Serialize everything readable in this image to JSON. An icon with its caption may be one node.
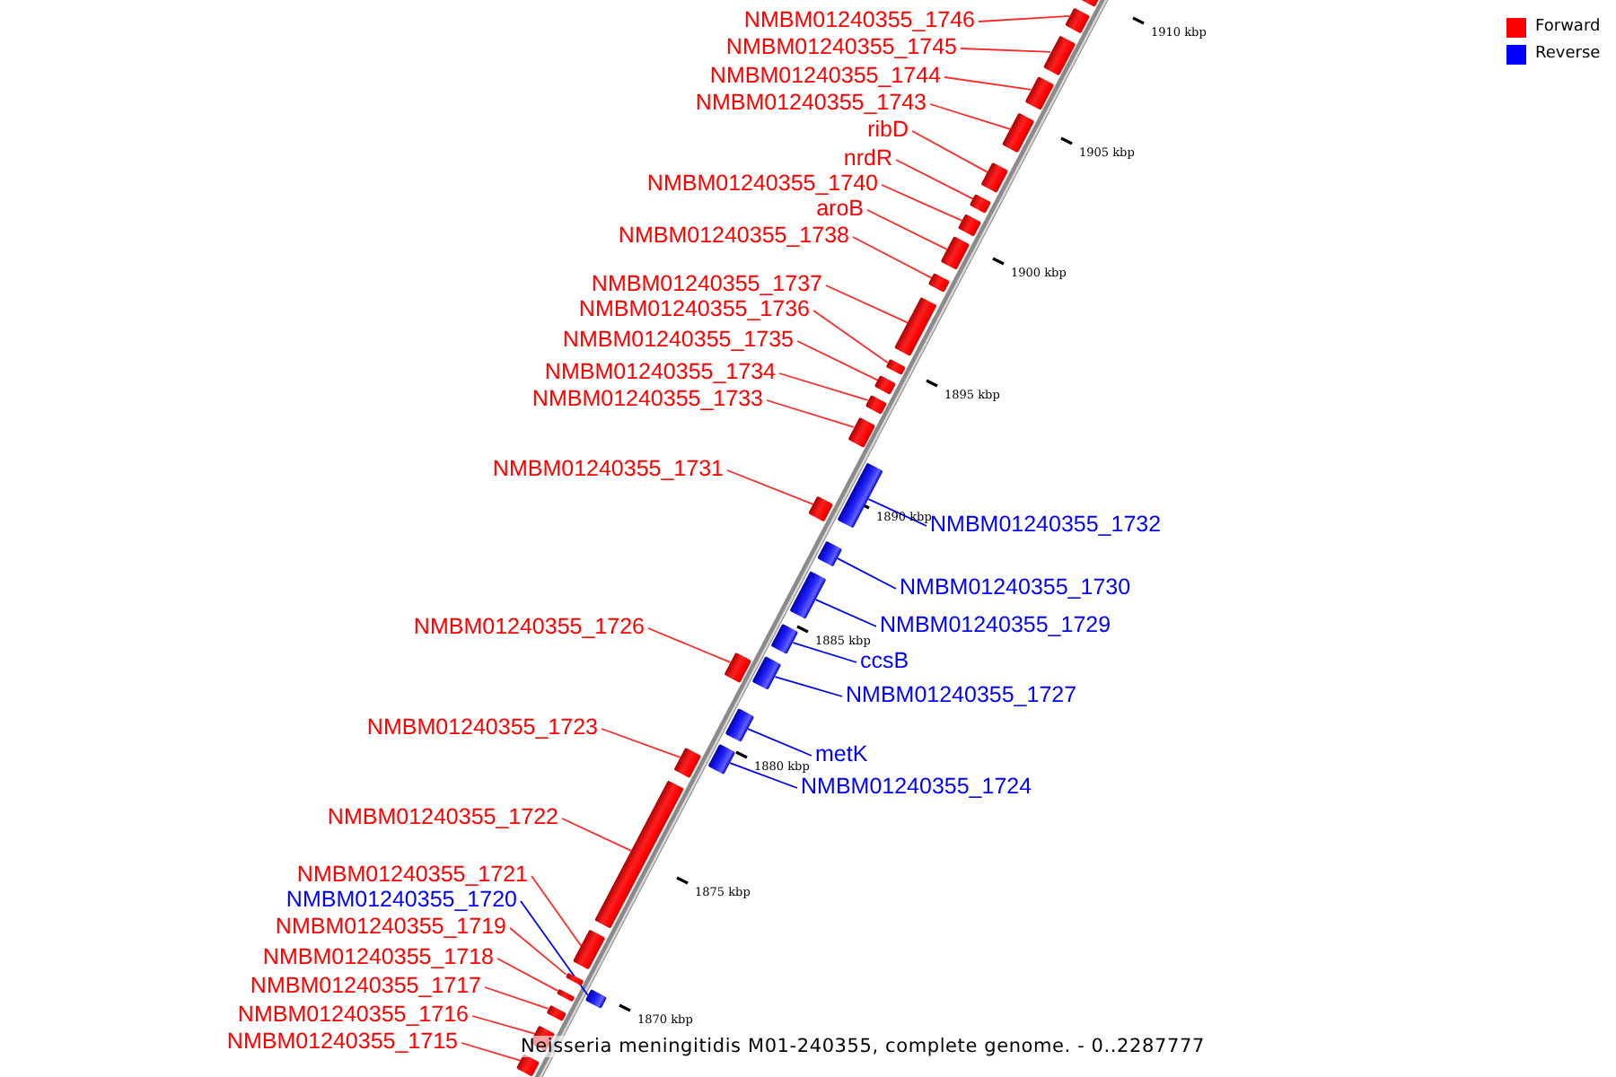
{
  "diagram": {
    "caption": "Neisseria meningitidis M01-240355, complete genome. - 0..2287777",
    "nodes": [
      {
        "text": [],
        "shape": "bar"
      },
      {
        "text": [
          "NMBM01240355_1746"
        ]
      },
      {
        "text": [],
        "shape": "bar"
      },
      {
        "text": [
          "NMBM01240355_1745"
        ]
      },
      {
        "text": [],
        "shape": "bar"
      },
      {
        "text": [
          "NMBM01240355_1744"
        ]
      },
      {
        "text": [],
        "shape": "bar"
      },
      {
        "text": [
          "NMBM01240355_1743"
        ]
      },
      {
        "text": [],
        "shape": "bar"
      },
      {
        "text": [
          "ribD"
        ]
      },
      {
        "text": [],
        "shape": "bar"
      },
      {
        "text": [
          "nrdR"
        ]
      },
      {
        "text": [],
        "shape": "bar"
      },
      {
        "text": [
          "NMBM01240355_1740"
        ]
      },
      {
        "text": [],
        "shape": "bar"
      },
      {
        "text": [
          "aroB"
        ]
      },
      {
        "text": [],
        "shape": "bar"
      },
      {
        "text": [
          "NMBM01240355_1738"
        ]
      },
      {
        "text": [],
        "shape": "bar"
      },
      {
        "text": [
          "NMBM01240355_1737"
        ]
      },
      {
        "text": [],
        "shape": "bar"
      },
      {
        "text": [
          "NMBM01240355_1736"
        ]
      },
      {
        "text": [],
        "shape": "bar"
      },
      {
        "text": [
          "NMBM01240355_1735"
        ]
      },
      {
        "text": [],
        "shape": "bar"
      },
      {
        "text": [
          "NMBM01240355_1734"
        ]
      },
      {
        "text": [],
        "shape": "bar"
      },
      {
        "text": [
          "NMBM01240355_1733"
        ]
      },
      {
        "text": [],
        "shape": "bar"
      },
      {
        "text": [
          "NMBM01240355_1731"
        ]
      },
      {
        "text": [],
        "shape": "bar"
      },
      {
        "text": [
          "NMBM01240355_1732"
        ]
      },
      {
        "text": [],
        "shape": "bar"
      },
      {
        "text": [
          "NMBM01240355_1730"
        ]
      },
      {
        "text": [],
        "shape": "bar"
      },
      {
        "text": [
          "NMBM01240355_1729"
        ]
      },
      {
        "text": [],
        "shape": "bar"
      },
      {
        "text": [
          "NMBM01240355_1726"
        ]
      },
      {
        "text": [],
        "shape": "bar"
      },
      {
        "text": [
          "ccsB"
        ]
      },
      {
        "text": [],
        "shape": "bar"
      },
      {
        "text": [
          "NMBM01240355_1727"
        ]
      },
      {
        "text": [],
        "shape": "bar"
      },
      {
        "text": [
          "NMBM01240355_1723"
        ]
      },
      {
        "text": [],
        "shape": "bar"
      },
      {
        "text": [
          "metK"
        ]
      },
      {
        "text": [],
        "shape": "bar"
      },
      {
        "text": [
          "NMBM01240355_1724"
        ]
      },
      {
        "text": [],
        "shape": "bar"
      },
      {
        "text": [
          "NMBM01240355_1722"
        ]
      },
      {
        "text": [],
        "shape": "bar"
      },
      {
        "text": [
          "NMBM01240355_1721"
        ]
      },
      {
        "text": [],
        "shape": "bar"
      },
      {
        "text": [
          "NMBM01240355_1720"
        ]
      },
      {
        "text": [],
        "shape": "bar"
      },
      {
        "text": [
          "NMBM01240355_1719"
        ]
      },
      {
        "text": [],
        "shape": "bar"
      },
      {
        "text": [
          "NMBM01240355_1718"
        ]
      },
      {
        "text": [],
        "shape": "bar"
      },
      {
        "text": [
          "NMBM01240355_1717"
        ]
      },
      {
        "text": [],
        "shape": "bar"
      },
      {
        "text": [
          "NMBM01240355_1716"
        ]
      },
      {
        "text": [],
        "shape": "bar"
      },
      {
        "text": [
          "NMBM01240355_1715"
        ]
      },
      {
        "text": [],
        "shape": "bar"
      }
    ],
    "edges": [
      {
        "from": 1,
        "to": 2,
        "arrow": "none"
      },
      {
        "from": 3,
        "to": 4,
        "arrow": "none"
      },
      {
        "from": 5,
        "to": 6,
        "arrow": "none"
      },
      {
        "from": 7,
        "to": 8,
        "arrow": "none"
      },
      {
        "from": 9,
        "to": 10,
        "arrow": "none"
      },
      {
        "from": 11,
        "to": 12,
        "arrow": "none"
      },
      {
        "from": 13,
        "to": 14,
        "arrow": "none"
      },
      {
        "from": 15,
        "to": 16,
        "arrow": "none"
      },
      {
        "from": 17,
        "to": 18,
        "arrow": "none"
      },
      {
        "from": 19,
        "to": 20,
        "arrow": "none"
      },
      {
        "from": 21,
        "to": 22,
        "arrow": "none"
      },
      {
        "from": 23,
        "to": 24,
        "arrow": "none"
      },
      {
        "from": 25,
        "to": 26,
        "arrow": "none"
      },
      {
        "from": 27,
        "to": 28,
        "arrow": "none"
      },
      {
        "from": 29,
        "to": 30,
        "arrow": "none"
      },
      {
        "from": 31,
        "to": 32,
        "arrow": "none",
        "color": "#0000ff"
      },
      {
        "from": 33,
        "to": 34,
        "arrow": "none",
        "color": "#0000ff"
      },
      {
        "from": 35,
        "to": 36,
        "arrow": "none",
        "color": "#0000ff"
      },
      {
        "from": 37,
        "to": 38,
        "arrow": "none"
      },
      {
        "from": 39,
        "to": 40,
        "arrow": "none",
        "color": "#0000ff"
      },
      {
        "from": 41,
        "to": 42,
        "arrow": "none",
        "color": "#0000ff"
      },
      {
        "from": 43,
        "to": 44,
        "arrow": "none"
      },
      {
        "from": 45,
        "to": 46,
        "arrow": "none",
        "color": "#0000ff"
      },
      {
        "from": 47,
        "to": 48,
        "arrow": "none",
        "color": "#0000ff"
      },
      {
        "from": 49,
        "to": 50,
        "arrow": "none"
      },
      {
        "from": 51,
        "to": 52,
        "arrow": "none"
      },
      {
        "from": 53,
        "to": 54,
        "arrow": "none",
        "color": "#0000ff"
      },
      {
        "from": 55,
        "to": 56,
        "arrow": "none"
      },
      {
        "from": 57,
        "to": 58,
        "arrow": "none"
      },
      {
        "from": 59,
        "to": 60,
        "arrow": "none"
      },
      {
        "from": 61,
        "to": 62,
        "arrow": "none"
      },
      {
        "from": 63,
        "to": 64,
        "arrow": "none"
      }
    ],
    "labels": [
      "1910 kbp",
      "1905 kbp",
      "1900 kbp",
      "1895 kbp",
      "1890 kbp",
      "1885 kbp",
      "1880 kbp",
      "1875 kbp",
      "1870 kbp"
    ],
    "legend": [
      {
        "text": "Forward",
        "color": "#ff0000"
      },
      {
        "text": "Reverse",
        "color": "#0000ff"
      }
    ]
  }
}
